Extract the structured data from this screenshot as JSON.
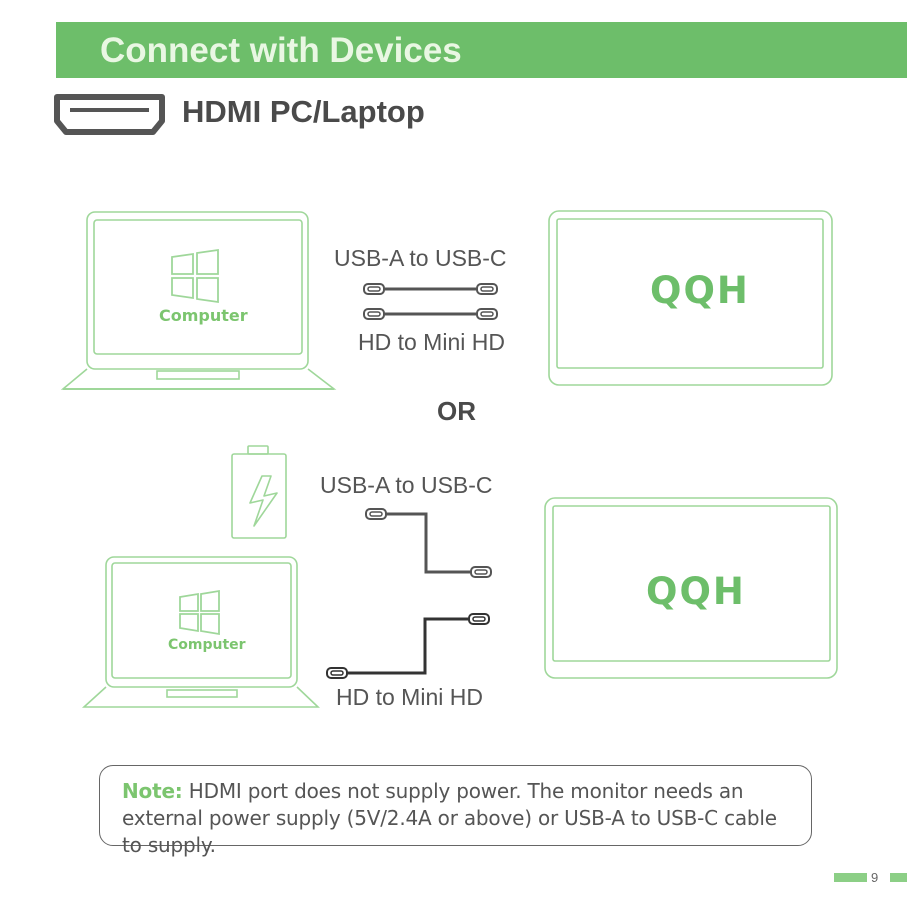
{
  "header": {
    "title": "Connect with Devices"
  },
  "section": {
    "title": "HDMI PC/Laptop",
    "icon": "hdmi-port-icon"
  },
  "diagram_top": {
    "computer_label": "Computer",
    "cable_label_top": "USB-A to USB-C",
    "cable_label_bottom": "HD to Mini HD",
    "monitor_logo": "QQH"
  },
  "or_label": "OR",
  "diagram_bottom": {
    "computer_label": "Computer",
    "cable_label_top": "USB-A to USB-C",
    "cable_label_bottom": "HD to Mini HD",
    "monitor_logo": "QQH",
    "power_icon": "battery-charging-icon"
  },
  "note": {
    "label": "Note:",
    "text": "HDMI port does not supply power. The monitor needs an external power supply (5V/2.4A or above) or USB-A to USB-C cable to supply."
  },
  "footer": {
    "page_number": "9"
  },
  "colors": {
    "brand_green": "#6dbe6a",
    "light_green": "#7cc56f",
    "text_gray": "#555555"
  }
}
